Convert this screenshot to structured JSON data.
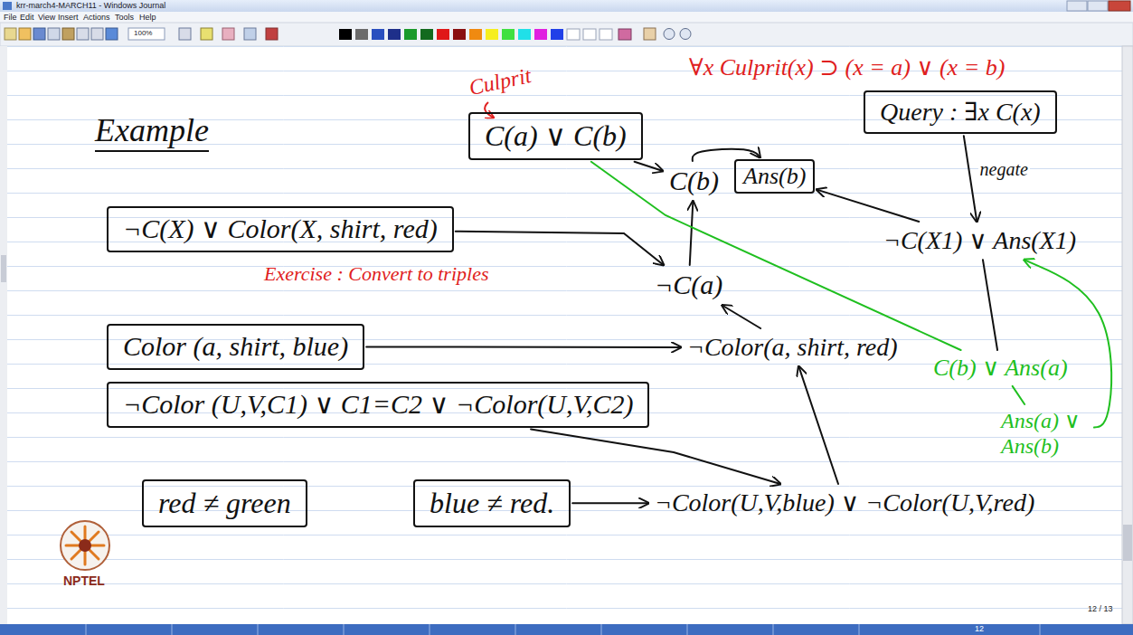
{
  "diagram": {
    "title": "Example",
    "nodes": [
      {
        "text": [
          "C(a) ∨ C(b)"
        ]
      },
      {
        "text": [
          "Query : ∃x C(x)"
        ]
      },
      {
        "text": [
          "C(b)"
        ]
      },
      {
        "text": [
          "Ans(b)"
        ]
      },
      {
        "text": [
          "¬C(X) ∨ Color(X, shirt, red)"
        ]
      },
      {
        "text": [
          "¬C(X1) ∨ Ans(X1)"
        ]
      },
      {
        "text": [
          "¬C(a)"
        ]
      },
      {
        "text": [
          "Color (a, shirt, blue)"
        ]
      },
      {
        "text": [
          "¬Color(a, shirt, red)"
        ]
      },
      {
        "text": [
          "C(b) ∨ Ans(a)"
        ]
      },
      {
        "text": [
          "¬Color (U,V,C1) ∨ C1=C2 ∨ ¬Color(U,V,C2)"
        ]
      },
      {
        "text": [
          "Ans(a) ∨ Ans(b)"
        ]
      },
      {
        "text": [
          "red ≠ green"
        ]
      },
      {
        "text": [
          "blue ≠ red."
        ]
      },
      {
        "text": [
          "¬Color(U,V,blue) ∨ ¬Color(U,V,red)"
        ]
      }
    ],
    "edges": [
      {
        "from": 0,
        "to": 2,
        "arrow": "to"
      },
      {
        "from": 4,
        "to": 6,
        "arrow": "to"
      },
      {
        "from": 6,
        "to": 2,
        "arrow": "to"
      },
      {
        "from": 7,
        "to": 8,
        "arrow": "to"
      },
      {
        "from": 8,
        "to": 6,
        "arrow": "to"
      },
      {
        "from": 10,
        "to": 14,
        "arrow": "to"
      },
      {
        "from": 13,
        "to": 14,
        "arrow": "to"
      },
      {
        "from": 14,
        "to": 8,
        "arrow": "to"
      },
      {
        "from": 2,
        "to": 3,
        "arrow": "to"
      },
      {
        "from": 5,
        "to": 3,
        "arrow": "to"
      },
      {
        "from": 1,
        "to": 5,
        "label": "negate",
        "arrow": "to"
      },
      {
        "from": 0,
        "to": 9,
        "arrow": "none"
      },
      {
        "from": 5,
        "to": 9,
        "arrow": "none"
      },
      {
        "from": 9,
        "to": 11,
        "arrow": "none"
      },
      {
        "from": 11,
        "to": 5,
        "arrow": "to"
      }
    ],
    "labels": [
      "krr-march4-MARCH11 - Windows Journal",
      "File",
      "Edit",
      "View",
      "Insert",
      "Actions",
      "Tools",
      "Help",
      "100%",
      "Culprit",
      "∀x Culprit(x) ⊃ (x = a) ∨ (x = b)",
      "Exercise : Convert to triples",
      "NPTEL",
      "12 / 13",
      "12"
    ]
  }
}
